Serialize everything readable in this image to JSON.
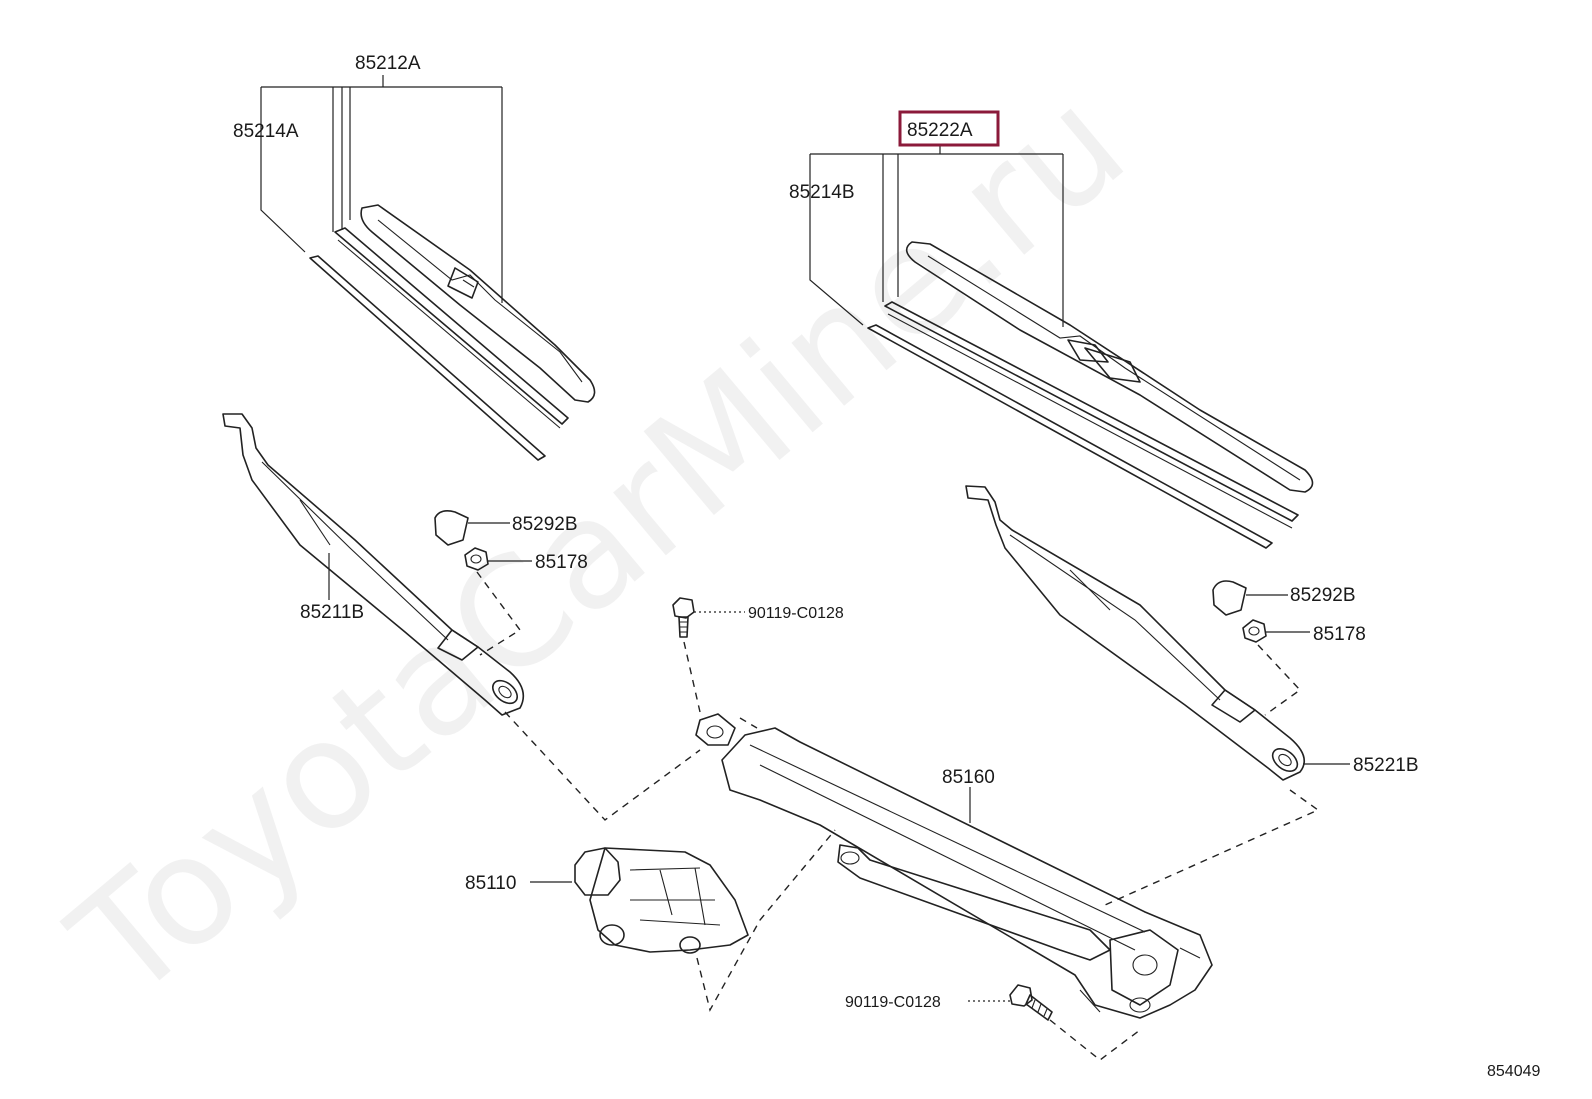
{
  "diagram": {
    "watermark": "ToyotaCarMine.ru",
    "diagram_number": "854049",
    "highlighted_part": "85222A",
    "labels": {
      "blade_assy_left": "85212A",
      "blade_rubber_left": "85214A",
      "blade_assy_right": "85222A",
      "blade_rubber_right": "85214B",
      "cap_left": "85292B",
      "nut_left": "85178",
      "arm_left": "85211B",
      "bolt_upper": "90119-C0128",
      "link_assy": "85160",
      "cap_right": "85292B",
      "nut_right": "85178",
      "arm_right": "85221B",
      "motor": "85110",
      "bolt_lower": "90119-C0128"
    }
  }
}
